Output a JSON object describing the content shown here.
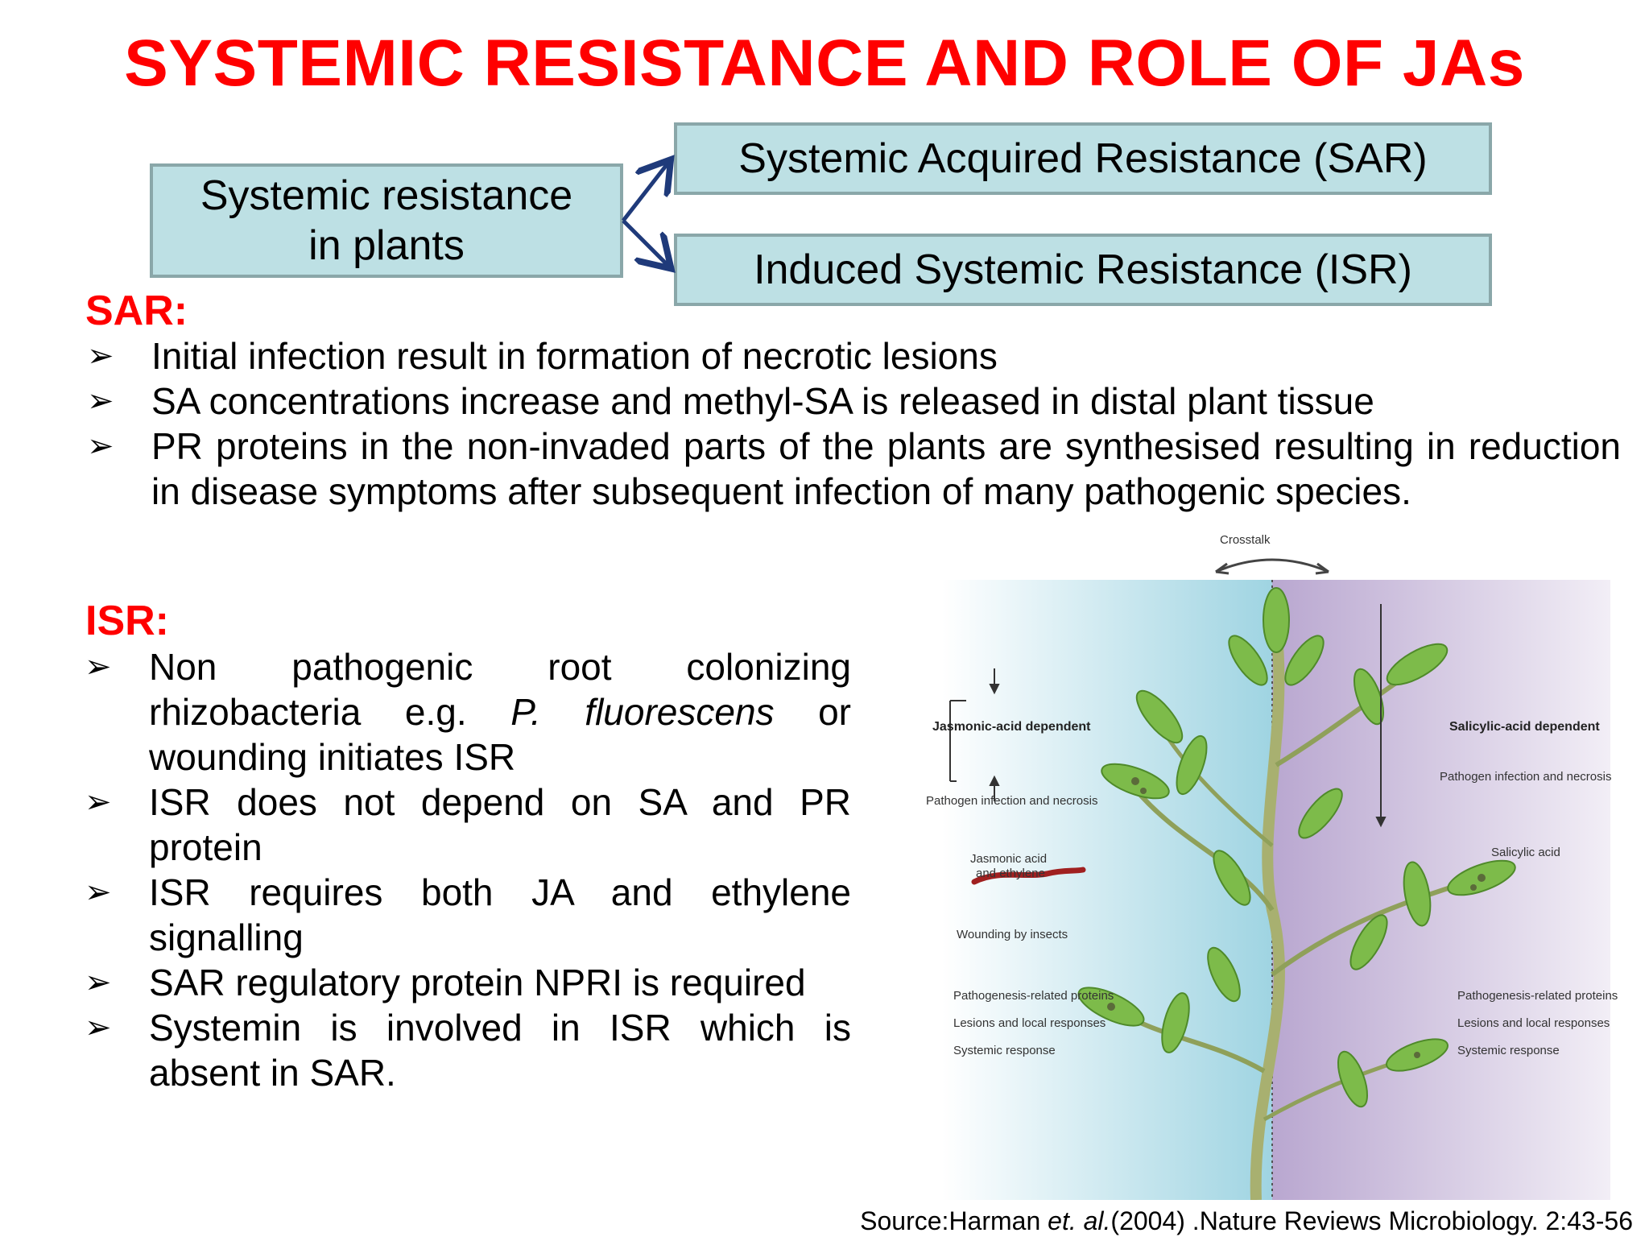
{
  "title": "SYSTEMIC RESISTANCE AND ROLE OF JAs",
  "diagram": {
    "main_box_line1": "Systemic resistance",
    "main_box_line2": "in plants",
    "sar_box": "Systemic Acquired Resistance (SAR)",
    "isr_box": "Induced Systemic Resistance (ISR)"
  },
  "sar": {
    "heading": "SAR:",
    "bullets": [
      "Initial infection result in formation of necrotic lesions",
      "SA concentrations increase and methyl-SA is released in distal plant tissue",
      "PR proteins in the non-invaded parts of the plants are synthesised resulting in reduction in disease symptoms after subsequent infection of many pathogenic species."
    ]
  },
  "isr": {
    "heading": "ISR:",
    "b1_pre": "Non pathogenic root colonizing rhizobacteria e.g. ",
    "b1_italic": "P. fluorescens",
    "b1_post": " or wounding initiates ISR",
    "bullets": [
      "ISR does not depend on SA and PR protein",
      "ISR requires both JA and ethylene signalling",
      "SAR regulatory protein NPRI is required",
      "Systemin is  involved in ISR which is absent in SAR."
    ]
  },
  "bullet_marker": "➢",
  "figure": {
    "crosstalk": "Crosstalk",
    "left_heading": "Jasmonic-acid dependent",
    "right_heading": "Salicylic-acid dependent",
    "left_pathogen": "Pathogen infection and necrosis",
    "left_ja_line1": "Jasmonic acid",
    "left_ja_line2": "and ethylene",
    "left_wounding": "Wounding by insects",
    "left_pr": "Pathogenesis-related proteins",
    "left_lesions": "Lesions and local responses",
    "left_systemic": "Systemic response",
    "right_pathogen": "Pathogen infection and necrosis",
    "right_sa": "Salicylic acid",
    "right_pr": "Pathogenesis-related proteins",
    "right_lesions": "Lesions and local responses",
    "right_systemic": "Systemic response"
  },
  "source": {
    "pre": "Source:Harman ",
    "italic": "et. al.",
    "post": "(2004) .Nature Reviews Microbiology. 2:43-56"
  },
  "colors": {
    "title": "#ff0000",
    "box_fill": "#bde0e4",
    "box_border": "#8aa7a9",
    "arrow": "#1f3a7a"
  }
}
